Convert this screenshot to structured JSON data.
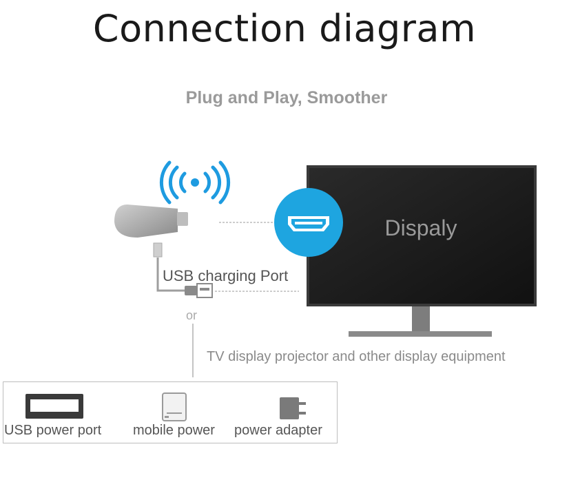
{
  "title": "Connection diagram",
  "subtitle": "Plug and Play, Smoother",
  "display_text": "Dispaly",
  "usb_label": "USB charging Port",
  "or_label": "or",
  "tv_caption": "TV display projector and other display equipment",
  "power_options": [
    {
      "label": "USB power port",
      "icon": "usb-port-icon"
    },
    {
      "label": "mobile power",
      "icon": "power-bank-icon"
    },
    {
      "label": "power adapter",
      "icon": "power-adapter-icon"
    }
  ],
  "colors": {
    "hdmi_circle": "#1ea5e0",
    "wifi": "#1e9be0",
    "tv_bezel": "#2b2b2b",
    "tv_stand": "#8a8a8a"
  }
}
